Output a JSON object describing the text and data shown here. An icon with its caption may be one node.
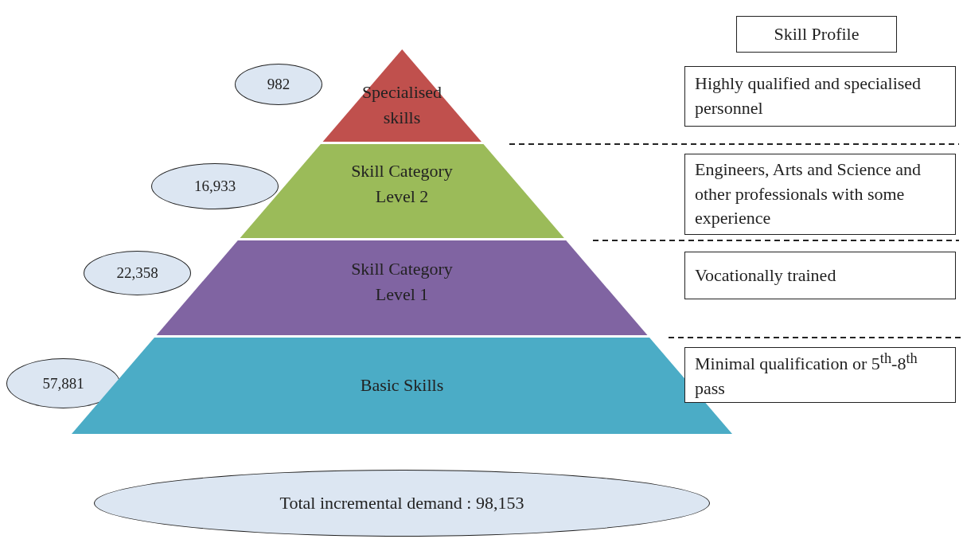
{
  "diagram": {
    "nodes": [
      {
        "text": [
          "Skill Profile"
        ]
      },
      {
        "text": [
          "982"
        ]
      },
      {
        "text": [
          "Specialised skills"
        ]
      },
      {
        "text": [
          "Highly qualified and specialised personnel"
        ]
      },
      {
        "text": [
          "16,933"
        ]
      },
      {
        "text": [
          "Skill Category Level 2"
        ]
      },
      {
        "text": [
          "Engineers, Arts and Science and other professionals with some experience"
        ]
      },
      {
        "text": [
          "22,358"
        ]
      },
      {
        "text": [
          "Skill Category Level 1"
        ]
      },
      {
        "text": [
          "Vocationally trained"
        ]
      },
      {
        "text": [
          "57,881"
        ]
      },
      {
        "text": [
          "Basic Skills"
        ]
      },
      {
        "text": [
          "Minimal qualification or 5$^{th}$-8$^{th}$ pass"
        ]
      },
      {
        "text": [
          "Total incremental demand : 98,153"
        ]
      }
    ],
    "edges": []
  }
}
